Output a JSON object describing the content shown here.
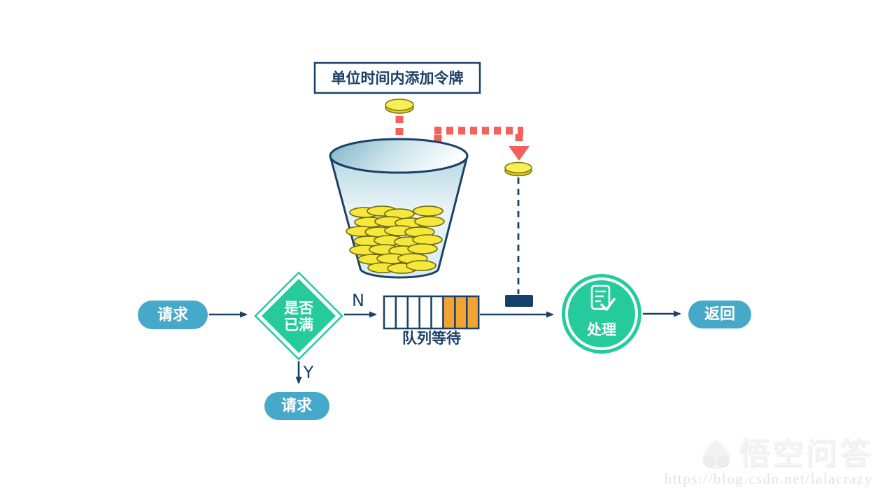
{
  "diagram": {
    "token_source_label": "单位时间内添加令牌",
    "start_node": "请求",
    "decision": {
      "line1": "是否",
      "line2": "已满"
    },
    "branch_no": "N",
    "branch_yes": "Y",
    "queue_label": "队列等待",
    "rejected_node": "请求",
    "process_node": "处理",
    "return_node": "返回"
  },
  "watermark": {
    "brand": "悟空问答",
    "url": "https://blog.csdn.net/lalacrazy"
  },
  "colors": {
    "navy": "#1B4168",
    "teal_pill": "#47A9C9",
    "green": "#26CB9D",
    "orange": "#F2A433",
    "red_dash": "#F4605C",
    "coin_yellow": "#F5E83B",
    "valve_navy": "#14416B"
  }
}
